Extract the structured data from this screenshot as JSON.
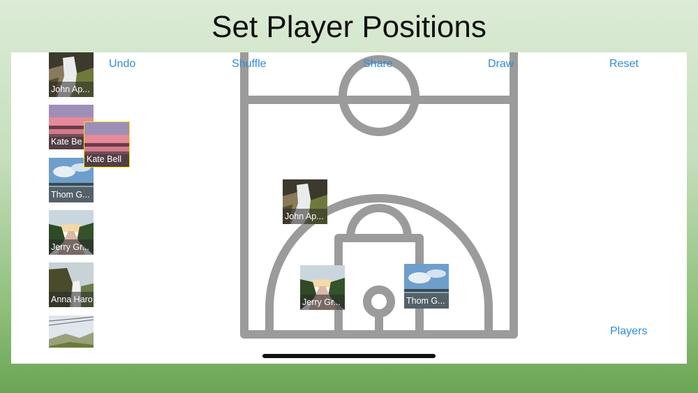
{
  "title": "Set Player Positions",
  "toolbar": {
    "undo": "Undo",
    "shuffle": "Shuffle",
    "share": "Share",
    "draw": "Draw",
    "reset": "Reset"
  },
  "players_button": "Players",
  "roster": [
    {
      "name": "John Ap...",
      "photo": "waterfall"
    },
    {
      "name": "Kate Be",
      "photo": "sunset"
    },
    {
      "name": "Thom G...",
      "photo": "lake"
    },
    {
      "name": "Jerry Gr...",
      "photo": "path"
    },
    {
      "name": "Anna Haro",
      "photo": "cliff"
    },
    {
      "name": "",
      "photo": "hills"
    }
  ],
  "dragging": {
    "name": "Kate Bell",
    "photo": "sunset"
  },
  "on_court": [
    {
      "name": "John Ap...",
      "photo": "waterfall"
    },
    {
      "name": "Jerry Gr...",
      "photo": "path"
    },
    {
      "name": "Thom G...",
      "photo": "lake"
    }
  ],
  "colors": {
    "accent": "#2f8bd8",
    "court_lines": "#9b9b9b",
    "selection": "#f2e600"
  }
}
